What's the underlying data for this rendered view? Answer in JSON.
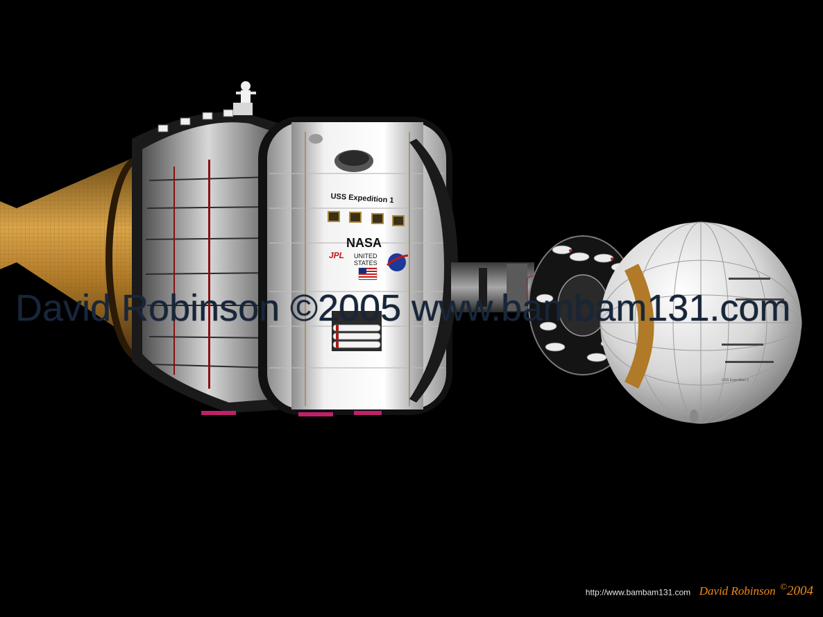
{
  "ship": {
    "hull_name": "USS Expedition 1",
    "agency": "NASA",
    "lab_logo": "JPL",
    "country_line1": "UNITED",
    "country_line2": "STATES",
    "sphere_marking": "USS Expedition 1"
  },
  "watermark": "David Robinson ©2005 www.bambam131.com",
  "credit": {
    "url": "http://www.bambam131.com",
    "author": "David Robinson",
    "copyright_symbol": "©",
    "year": "2004"
  },
  "colors": {
    "background": "#000000",
    "hull": "#e8e8e8",
    "gold_foil": "#c28a2e",
    "signature": "#f08a18"
  }
}
